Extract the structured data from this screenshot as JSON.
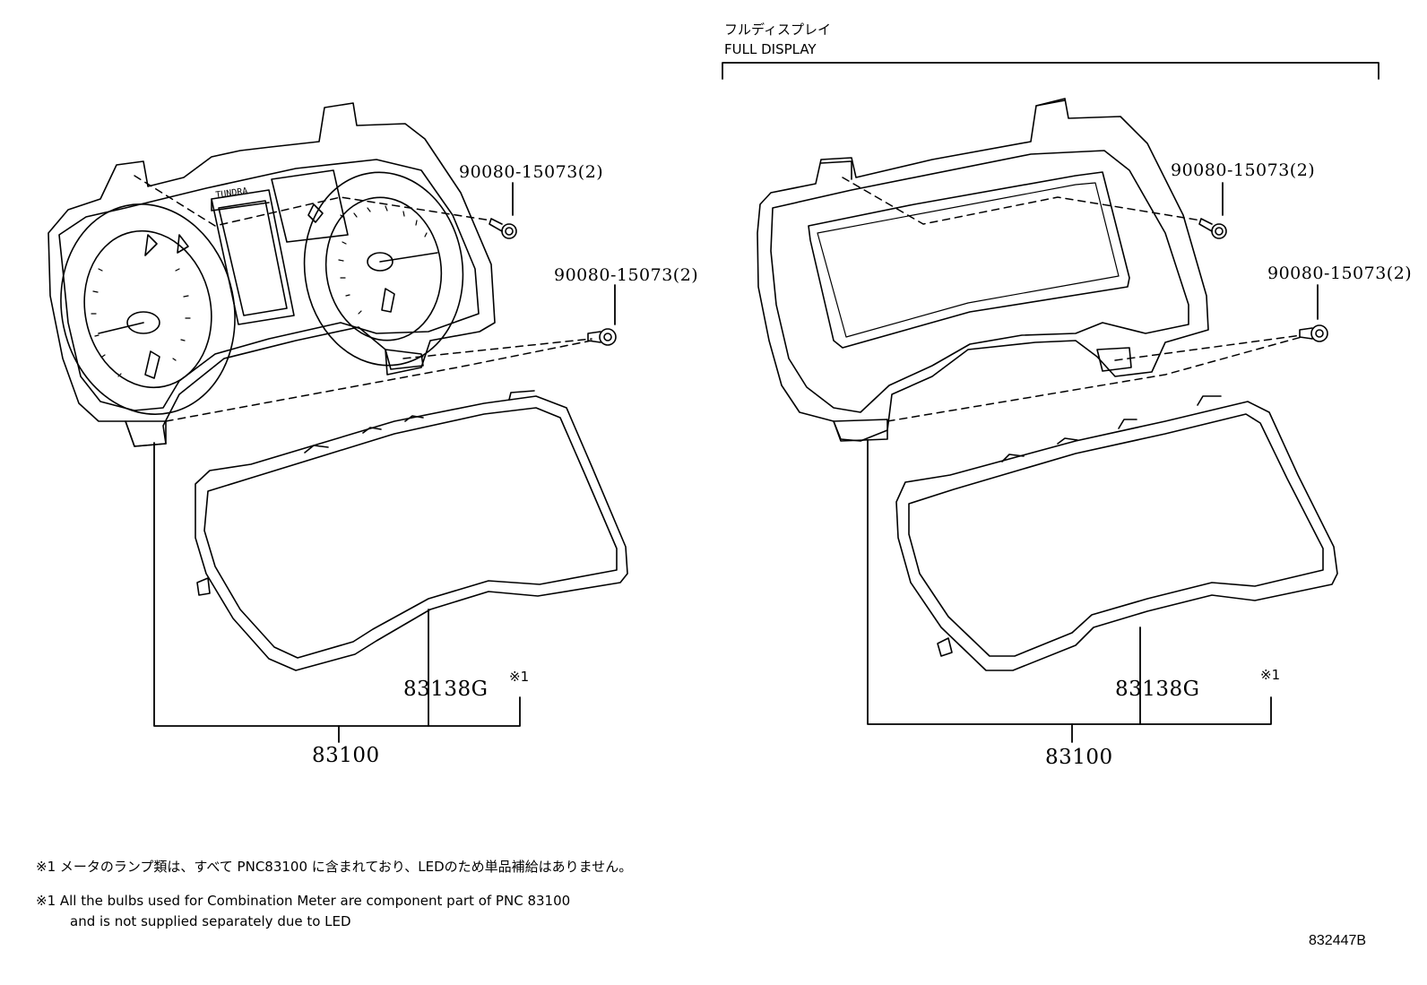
{
  "header": {
    "title_jp": "フルディスプレイ",
    "title_en": "FULL DISPLAY"
  },
  "left_group": {
    "bolt_upper": "90080-15073(2)",
    "bolt_lower": "90080-15073(2)",
    "glass": "83138G",
    "mark": "※1",
    "assembly": "83100"
  },
  "right_group": {
    "bolt_upper": "90080-15073(2)",
    "bolt_lower": "90080-15073(2)",
    "glass": "83138G",
    "mark": "※1",
    "assembly": "83100"
  },
  "notes": {
    "jp": "※1 メータのランプ類は、すべて PNC83100 に含まれており、LEDのため単品補給はありません。",
    "en_line1": "※1  All the bulbs used for Combination Meter are component part of PNC 83100",
    "en_line2": "and is not supplied separately due to LED"
  },
  "figure_id": "832447B",
  "meter_brand": "TUNDRA"
}
